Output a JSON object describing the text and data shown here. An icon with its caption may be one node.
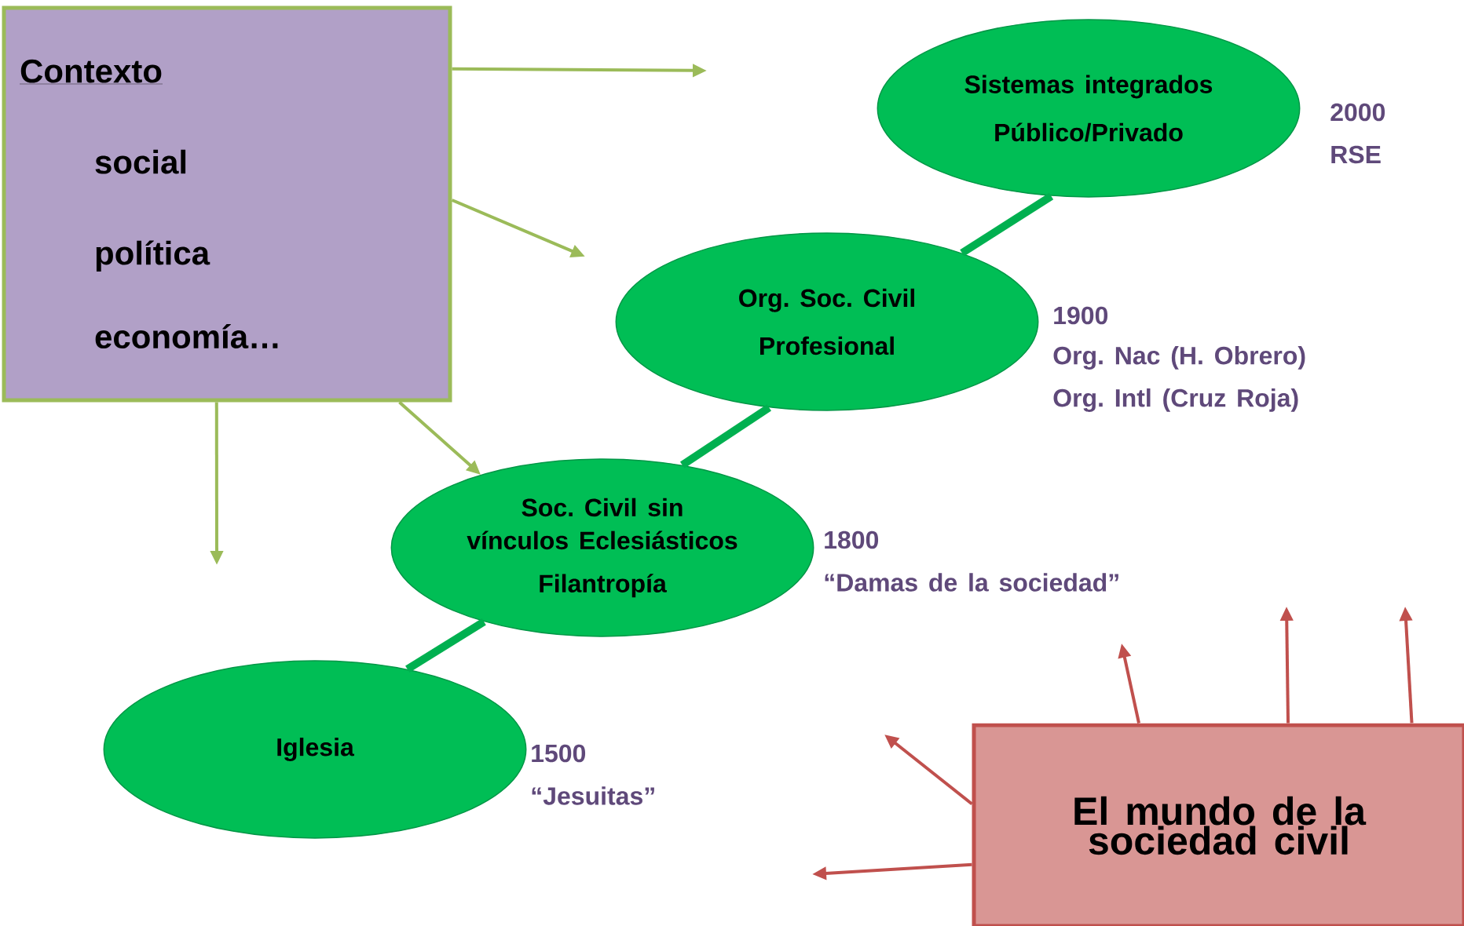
{
  "diagram": {
    "nodes": [
      {
        "text": [
          "Contexto",
          "social",
          "política",
          "economía…"
        ]
      },
      {
        "text": [
          "Sistemas integrados",
          "Público/Privado"
        ],
        "beside": [
          "2000",
          "RSE"
        ]
      },
      {
        "text": [
          "Org. Soc. Civil",
          "Profesional"
        ],
        "beside": [
          "1900",
          "Org. Nac (H. Obrero)",
          "Org. Intl (Cruz Roja)"
        ]
      },
      {
        "text": [
          "Soc. Civil sin vínculos Eclesiásticos",
          "Filantropía"
        ],
        "beside": [
          "1800",
          "“Damas de la sociedad”"
        ]
      },
      {
        "text": [
          "Iglesia"
        ],
        "beside": [
          "1500",
          "“Jesuitas”"
        ]
      },
      {
        "text": [
          "El mundo de la sociedad civil"
        ]
      }
    ],
    "edges": [
      {
        "from": 4,
        "to": 3,
        "arrow": "none",
        "style": "thick",
        "color": "#00b050"
      },
      {
        "from": 3,
        "to": 2,
        "arrow": "none",
        "style": "thick",
        "color": "#00b050"
      },
      {
        "from": 2,
        "to": 1,
        "arrow": "none",
        "style": "thick",
        "color": "#00b050"
      },
      {
        "from": 0,
        "to": null,
        "arrow": "to",
        "color": "#9bbb59"
      },
      {
        "from": 0,
        "to": null,
        "arrow": "to",
        "color": "#9bbb59"
      },
      {
        "from": 0,
        "to": null,
        "arrow": "to",
        "color": "#9bbb59"
      },
      {
        "from": 0,
        "to": 3,
        "arrow": "to",
        "color": "#9bbb59"
      },
      {
        "from": 5,
        "to": null,
        "arrow": "to",
        "color": "#c0504d"
      },
      {
        "from": 5,
        "to": null,
        "arrow": "to",
        "color": "#c0504d"
      },
      {
        "from": 5,
        "to": null,
        "arrow": "to",
        "color": "#c0504d"
      },
      {
        "from": 5,
        "to": null,
        "arrow": "to",
        "color": "#c0504d"
      },
      {
        "from": 5,
        "to": null,
        "arrow": "to",
        "color": "#c0504d"
      }
    ]
  }
}
